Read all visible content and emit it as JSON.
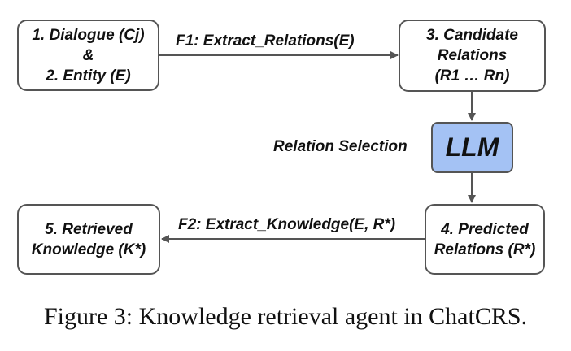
{
  "diagram": {
    "box1": {
      "lines": [
        "1. Dialogue (Cj)",
        "&",
        "2. Entity (E)"
      ]
    },
    "box3": {
      "lines": [
        "3. Candidate",
        "Relations",
        "(R1 … Rn)"
      ]
    },
    "box4": {
      "lines": [
        "4. Predicted",
        "Relations (R*)"
      ]
    },
    "box5": {
      "lines": [
        "5. Retrieved",
        "Knowledge (K*)"
      ]
    },
    "llm": {
      "label": "LLM",
      "color": "#a4c2f4"
    },
    "f1_label": "F1: Extract_Relations(E)",
    "f2_label": "F2: Extract_Knowledge(E, R*)",
    "relation_selection_label": "Relation Selection"
  },
  "caption": "Figure 3: Knowledge retrieval agent in ChatCRS."
}
